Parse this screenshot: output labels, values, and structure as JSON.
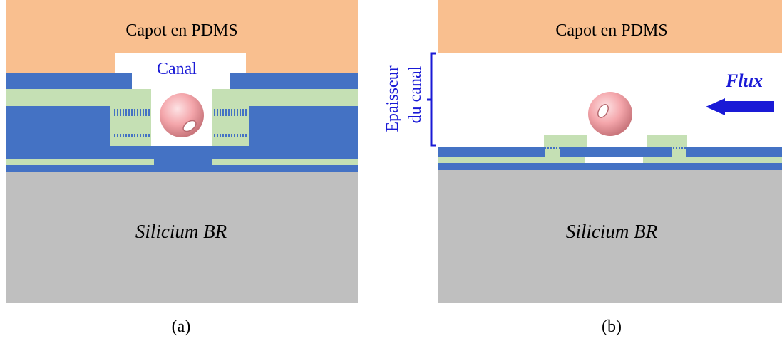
{
  "colors": {
    "pdms": "#f9bf8f",
    "blue_layer": "#4472c4",
    "green_layer": "#c5e0b4",
    "silicon": "#bfbfbf",
    "cell": "#f4a6ab",
    "label_blue": "#1a1ad6"
  },
  "panel_a": {
    "cap_label": "Capot en PDMS",
    "channel_label": "Canal",
    "substrate_label": "Silicium BR",
    "caption": "(a)"
  },
  "panel_b": {
    "cap_label": "Capot en PDMS",
    "thickness_label_line1": "Epaisseur",
    "thickness_label_line2": "du canal",
    "flow_label": "Flux",
    "substrate_label": "Silicium BR",
    "caption": "(b)"
  }
}
